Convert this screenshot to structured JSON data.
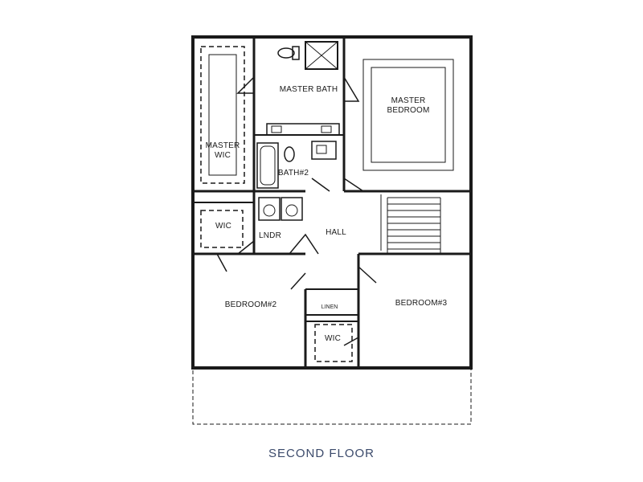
{
  "caption": "SECOND FLOOR",
  "rooms": {
    "master_bath": "MASTER BATH",
    "master_bedroom_line1": "MASTER",
    "master_bedroom_line2": "BEDROOM",
    "master_wic_line1": "MASTER",
    "master_wic_line2": "WIC",
    "bath2": "BATH#2",
    "wic_left": "WIC",
    "lndr": "LNDR",
    "hall": "HALL",
    "bedroom2": "BEDROOM#2",
    "bedroom3": "BEDROOM#3",
    "linen": "LINEN",
    "wic_center": "WIC"
  },
  "colors": {
    "wall": "#1a1a1a",
    "caption": "#3b4a6b"
  }
}
